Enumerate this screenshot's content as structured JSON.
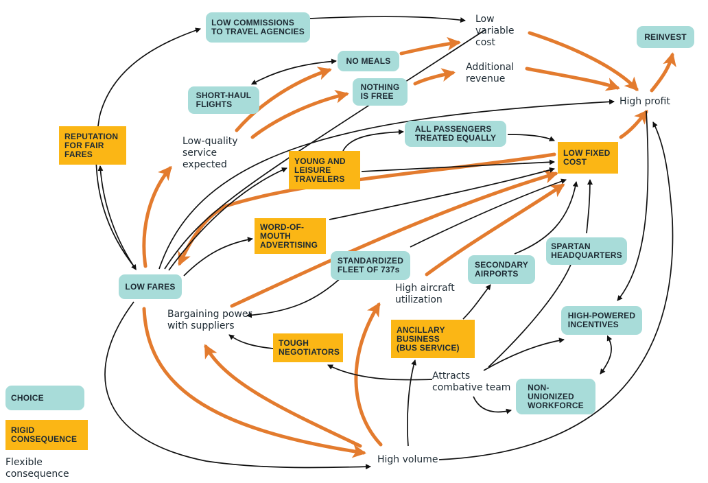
{
  "colors": {
    "choice": "#a8dcd9",
    "rigid": "#fbb615",
    "orange_arrow": "#e37b2e",
    "black_arrow": "#111111",
    "text": "#1d2a33"
  },
  "nodes": {
    "low_commissions": "LOW COMMISSIONS\nTO TRAVEL AGENCIES",
    "low_variable_cost": "Low\nvariable\ncost",
    "reinvest": "REINVEST",
    "no_meals": "NO MEALS",
    "short_haul": "SHORT-HAUL\nFLIGHTS",
    "nothing_free": "NOTHING\nIS FREE",
    "additional_revenue": "Additional\nrevenue",
    "high_profit": "High profit",
    "reputation": "REPUTATION\nFOR FAIR\nFARES",
    "low_quality": "Low-quality\nservice\nexpected",
    "all_passengers": "ALL PASSENGERS\nTREATED EQUALLY",
    "young_leisure": "YOUNG AND\nLEISURE\nTRAVELERS",
    "low_fixed_cost": "LOW FIXED\nCOST",
    "word_of_mouth": "WORD-OF-\nMOUTH\nADVERTISING",
    "spartan": "SPARTAN\nHEADQUARTERS",
    "standardized": "STANDARDIZED\nFLEET OF 737s",
    "secondary": "SECONDARY\nAIRPORTS",
    "low_fares": "LOW FARES",
    "high_utilization": "High aircraft\nutilization",
    "bargaining": "Bargaining power\nwith suppliers",
    "high_powered": "HIGH-POWERED\nINCENTIVES",
    "tough": "TOUGH\nNEGOTIATORS",
    "ancillary": "ANCILLARY\nBUSINESS\n(BUS SERVICE)",
    "attracts": "Attracts\ncombative team",
    "non_unionized": "NON-\nUNIONIZED\nWORKFORCE",
    "high_volume": "High volume"
  },
  "legend": {
    "choice": "CHOICE",
    "rigid": "RIGID\nCONSEQUENCE",
    "flexible": "Flexible\nconsequence"
  }
}
